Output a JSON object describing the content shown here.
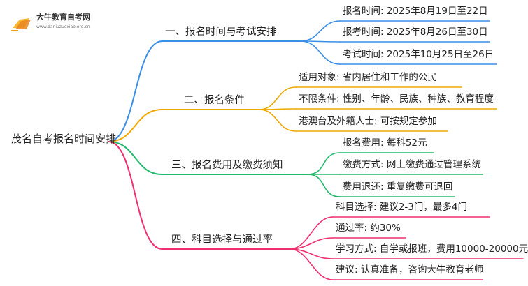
{
  "logo": {
    "title": "大牛教育自考网",
    "url": "www.daniuzuexiao.org.cn",
    "icon": "book-logo-icon",
    "color": "#f0a020"
  },
  "root": {
    "label": "茂名自考报名时间安排"
  },
  "branches": [
    {
      "label": "一、报名时间与考试安排",
      "color": "#3a8ee6",
      "children": [
        "报名时间: 2025年8月19日至22日",
        "报考时间: 2025年8月26日至30日",
        "考试时间: 2025年10月25日至26日"
      ]
    },
    {
      "label": "二、报名条件",
      "color": "#f0a800",
      "children": [
        "适用对象: 省内居住和工作的公民",
        "不限条件: 性别、年龄、民族、种族、教育程度",
        "港澳台及外籍人士: 可按规定参加"
      ]
    },
    {
      "label": "三、报名费用及缴费须知",
      "color": "#22b86c",
      "children": [
        "报名费用: 每科52元",
        "缴费方式: 网上缴费通过管理系统",
        "费用退还: 重复缴费可退回"
      ]
    },
    {
      "label": "四、科目选择与通过率",
      "color": "#ef2f6e",
      "children": [
        "科目选择: 建议2-3门，最多4门",
        "通过率: 约30%",
        "学习方式: 自学或报班，费用10000-20000元",
        "建议: 认真准备，咨询大牛教育老师"
      ]
    }
  ]
}
